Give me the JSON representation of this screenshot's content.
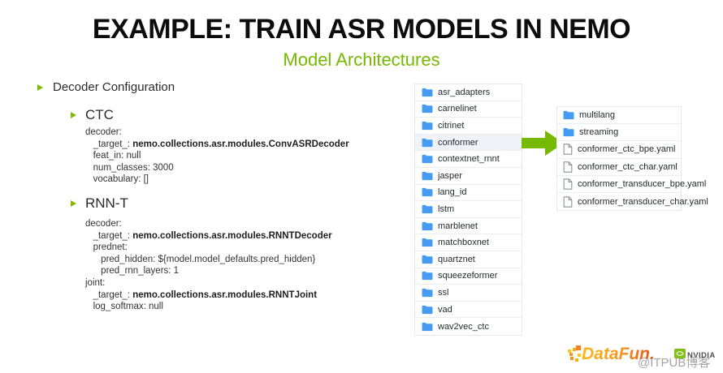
{
  "header": {
    "title": "EXAMPLE: TRAIN ASR MODELS IN NEMO",
    "subtitle": "Model Architectures"
  },
  "content": {
    "section_title": "Decoder Configuration",
    "ctc": {
      "label": "CTC",
      "code": [
        {
          "pre": "decoder:"
        },
        {
          "pre": "   _target_: ",
          "bold": "nemo.collections.asr.modules.ConvASRDecoder"
        },
        {
          "pre": "   feat_in: null"
        },
        {
          "pre": "   num_classes: 3000"
        },
        {
          "pre": "   vocabulary: []"
        }
      ]
    },
    "rnnt": {
      "label": "RNN-T",
      "code": [
        {
          "pre": "decoder:"
        },
        {
          "pre": "   _target_: ",
          "bold": "nemo.collections.asr.modules.RNNTDecoder"
        },
        {
          "pre": "   prednet:"
        },
        {
          "pre": "      pred_hidden: ${model.model_defaults.pred_hidden}"
        },
        {
          "pre": "      pred_rnn_layers: 1"
        },
        {
          "pre": "joint:"
        },
        {
          "pre": "   _target_: ",
          "bold": "nemo.collections.asr.modules.RNNTJoint"
        },
        {
          "pre": "   log_softmax: null"
        }
      ]
    }
  },
  "file_browser": {
    "folders": [
      {
        "name": "asr_adapters",
        "icon": "folder"
      },
      {
        "name": "carnelinet",
        "icon": "folder"
      },
      {
        "name": "citrinet",
        "icon": "folder"
      },
      {
        "name": "conformer",
        "icon": "folder",
        "selected": true
      },
      {
        "name": "contextnet_rnnt",
        "icon": "folder"
      },
      {
        "name": "jasper",
        "icon": "folder"
      },
      {
        "name": "lang_id",
        "icon": "folder"
      },
      {
        "name": "lstm",
        "icon": "folder"
      },
      {
        "name": "marblenet",
        "icon": "folder"
      },
      {
        "name": "matchboxnet",
        "icon": "folder"
      },
      {
        "name": "quartznet",
        "icon": "folder"
      },
      {
        "name": "squeezeformer",
        "icon": "folder"
      },
      {
        "name": "ssl",
        "icon": "folder"
      },
      {
        "name": "vad",
        "icon": "folder"
      },
      {
        "name": "wav2vec_ctc",
        "icon": "folder"
      }
    ],
    "conformer_contents": [
      {
        "name": "multilang",
        "icon": "folder"
      },
      {
        "name": "streaming",
        "icon": "folder"
      },
      {
        "name": "conformer_ctc_bpe.yaml",
        "icon": "file"
      },
      {
        "name": "conformer_ctc_char.yaml",
        "icon": "file"
      },
      {
        "name": "conformer_transducer_bpe.yaml",
        "icon": "file"
      },
      {
        "name": "conformer_transducer_char.yaml",
        "icon": "file"
      }
    ]
  },
  "footer": {
    "datafun_text": "DataFun.",
    "nvidia_text": "NVIDIA",
    "watermark": "@ITPUB博客"
  },
  "colors": {
    "accent_green": "#76b900",
    "folder_blue": "#459cf2",
    "datafun_orange": "#f7941d",
    "watermark_gray": "#9d9d9d"
  }
}
